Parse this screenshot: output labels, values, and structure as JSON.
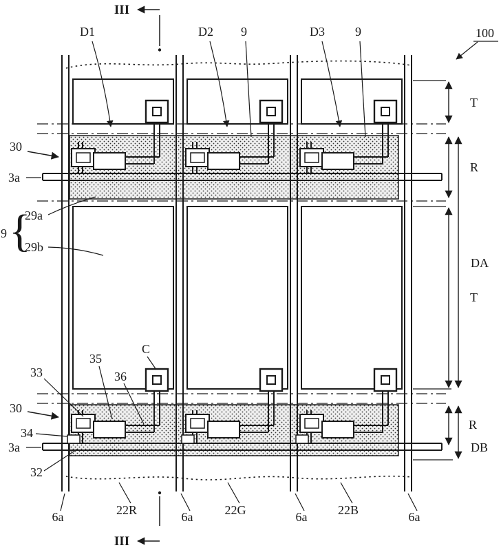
{
  "labels": {
    "section": "III",
    "figure": "100",
    "d1": "D1",
    "d2": "D2",
    "d3": "D3",
    "nine": "9",
    "thirty": "30",
    "three_a": "3a",
    "twenty_nine_a": "29a",
    "twenty_nine_b": "29b",
    "thirty_two": "32",
    "thirty_three": "33",
    "thirty_four": "34",
    "thirty_five": "35",
    "thirty_six": "36",
    "cap_c": "C",
    "six_a": "6a",
    "dim_t": "T",
    "dim_r": "R",
    "dim_da": "DA",
    "dim_db": "DB",
    "sub_22r": "22R",
    "sub_22g": "22G",
    "sub_22b": "22B",
    "brace": "{"
  },
  "colors": {
    "line": "#1a1a1a",
    "band_fill": "#efefef",
    "stipple_dot": "#333333",
    "background": "#ffffff"
  }
}
